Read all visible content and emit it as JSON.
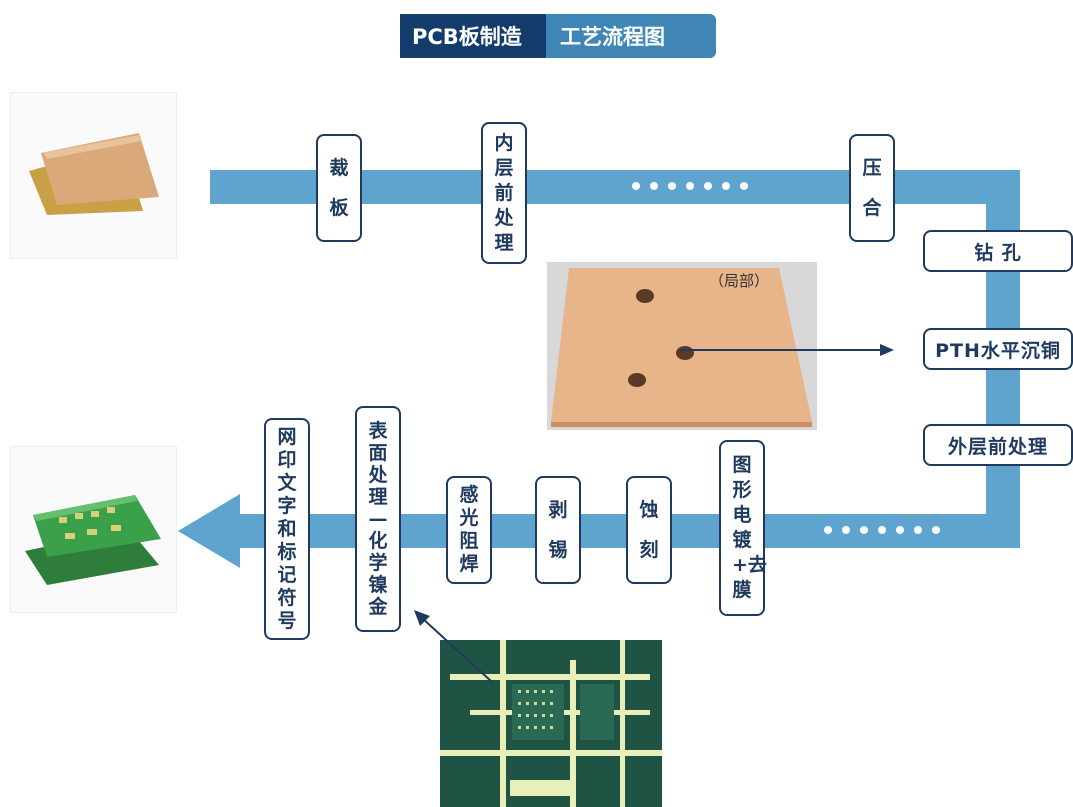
{
  "title": {
    "part1": "PCB板制造",
    "part2": "工艺流程图"
  },
  "steps": {
    "cut": "裁板",
    "inner_pre": "内层前处理",
    "press": "压合",
    "drill": "钻 孔",
    "pth": "PTH水平沉铜",
    "outer_pre": "外层前处理",
    "pattern_plating": "图形电镀+去膜",
    "etch": "蚀刻",
    "strip_tin": "剥锡",
    "solder_mask": "感光阻焊",
    "surface": "表面处理—化学镍金",
    "silkscreen": "网印文字和标记符号"
  },
  "detail_label": "（局部）",
  "colors": {
    "pipe": "#5fa3cf",
    "title_dark": "#133b6b",
    "title_light": "#3f86b7",
    "box_border": "#1f3a5f"
  }
}
